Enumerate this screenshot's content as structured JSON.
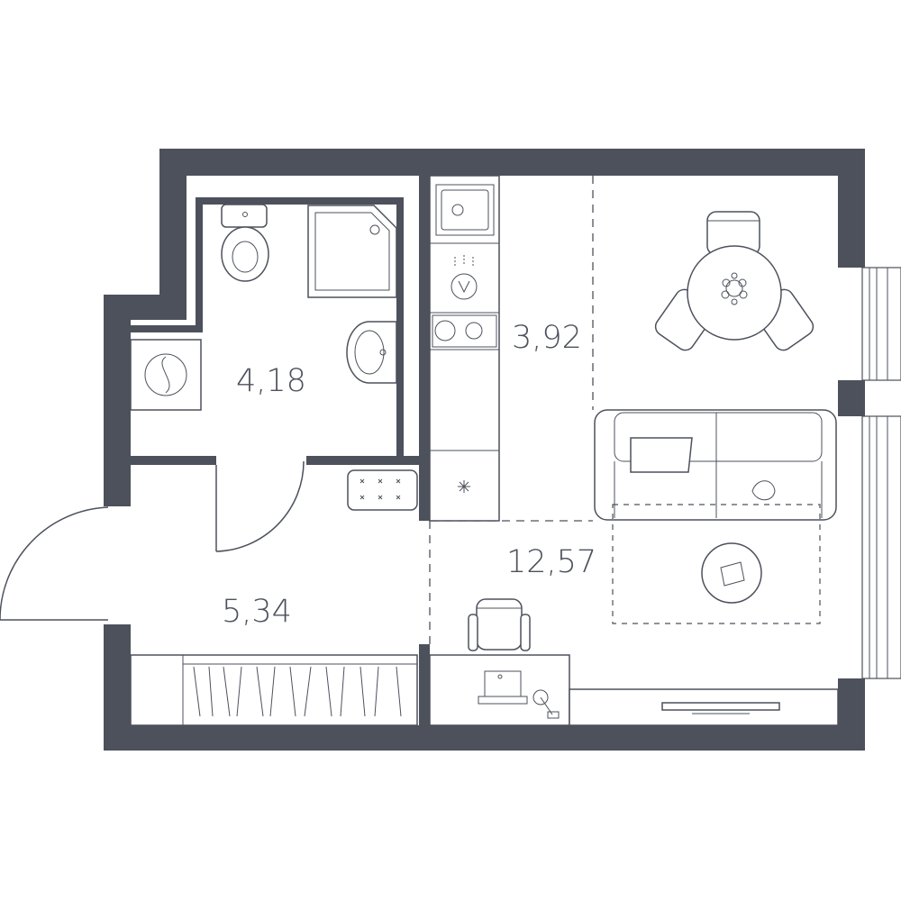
{
  "colors": {
    "wall": "#4d515c",
    "line": "#4d515c",
    "text": "#4d515c",
    "background": "#ffffff"
  },
  "rooms": {
    "bathroom": {
      "area": "4,18"
    },
    "kitchen": {
      "area": "3,92"
    },
    "hallway": {
      "area": "5,34"
    },
    "living": {
      "area": "12,57"
    }
  },
  "icons": [
    "toilet-icon",
    "shower-tray-icon",
    "sink-icon",
    "washing-machine-icon",
    "kitchen-sink-icon",
    "dishwasher-icon",
    "hob-icon",
    "fridge-icon",
    "shoe-cabinet-icon",
    "dining-table-icon",
    "sofa-icon",
    "coffee-table-icon",
    "desk-icon",
    "office-chair-icon",
    "laptop-icon",
    "desk-lamp-icon",
    "tv-stand-icon",
    "tv-icon",
    "wardrobe-icon",
    "entrance-door-icon",
    "bathroom-door-icon"
  ]
}
